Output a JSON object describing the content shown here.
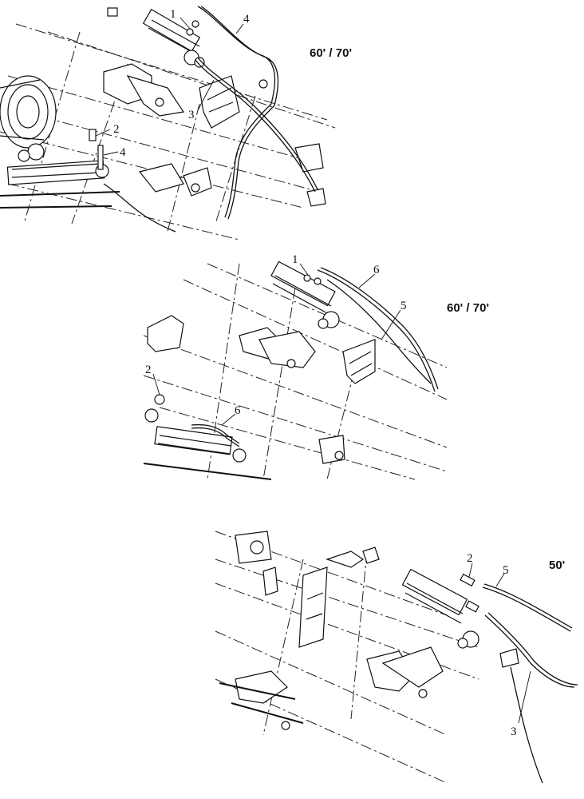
{
  "views": [
    {
      "title": "60' / 70'",
      "callouts": [
        "1",
        "2",
        "3",
        "4",
        "4"
      ]
    },
    {
      "title": "60' / 70'",
      "callouts": [
        "1",
        "2",
        "5",
        "6",
        "6"
      ]
    },
    {
      "title": "50'",
      "callouts": [
        "2",
        "5",
        "3"
      ]
    }
  ]
}
